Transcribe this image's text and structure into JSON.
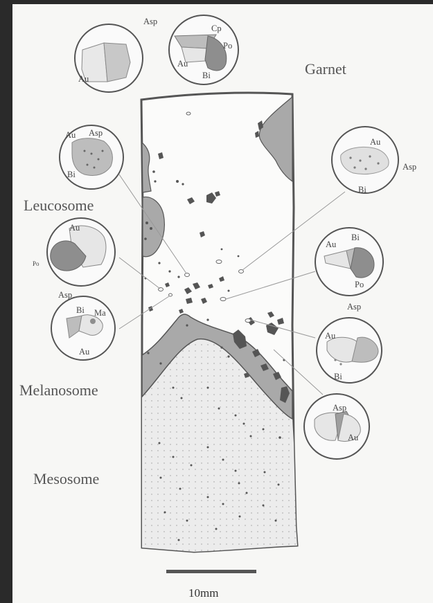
{
  "zones": {
    "garnet": "Garnet",
    "leucosome": "Leucosome",
    "melanosome": "Melanosome",
    "mesosome": "Mesosome"
  },
  "scale_bar": {
    "label": "10mm"
  },
  "insets": [
    {
      "id": "inset-1",
      "labels": [
        "Asp",
        "Au"
      ]
    },
    {
      "id": "inset-2",
      "labels": [
        "Cp",
        "Po",
        "Au",
        "Bi"
      ]
    },
    {
      "id": "inset-3",
      "labels": [
        "Au",
        "Asp",
        "Bi"
      ]
    },
    {
      "id": "inset-4",
      "labels": [
        "Au",
        "Po",
        "Asp"
      ]
    },
    {
      "id": "inset-5",
      "labels": [
        "Bi",
        "Ma",
        "Au"
      ]
    },
    {
      "id": "inset-6",
      "labels": [
        "Au",
        "Asp",
        "Bi"
      ]
    },
    {
      "id": "inset-7",
      "labels": [
        "Au",
        "Bi",
        "Po"
      ]
    },
    {
      "id": "inset-8",
      "labels": [
        "Asp",
        "Au",
        "Bi"
      ]
    },
    {
      "id": "inset-9",
      "labels": [
        "Asp",
        "Au"
      ]
    }
  ],
  "colors": {
    "paper": "#f7f7f5",
    "outline": "#555555",
    "melanosome_fill": "#a7a7a7",
    "mesosome_fill": "#e9e9e9",
    "grain_dark": "#555555",
    "gold_fill": "#e3e3e3",
    "mid_fill": "#bdbdbd"
  }
}
